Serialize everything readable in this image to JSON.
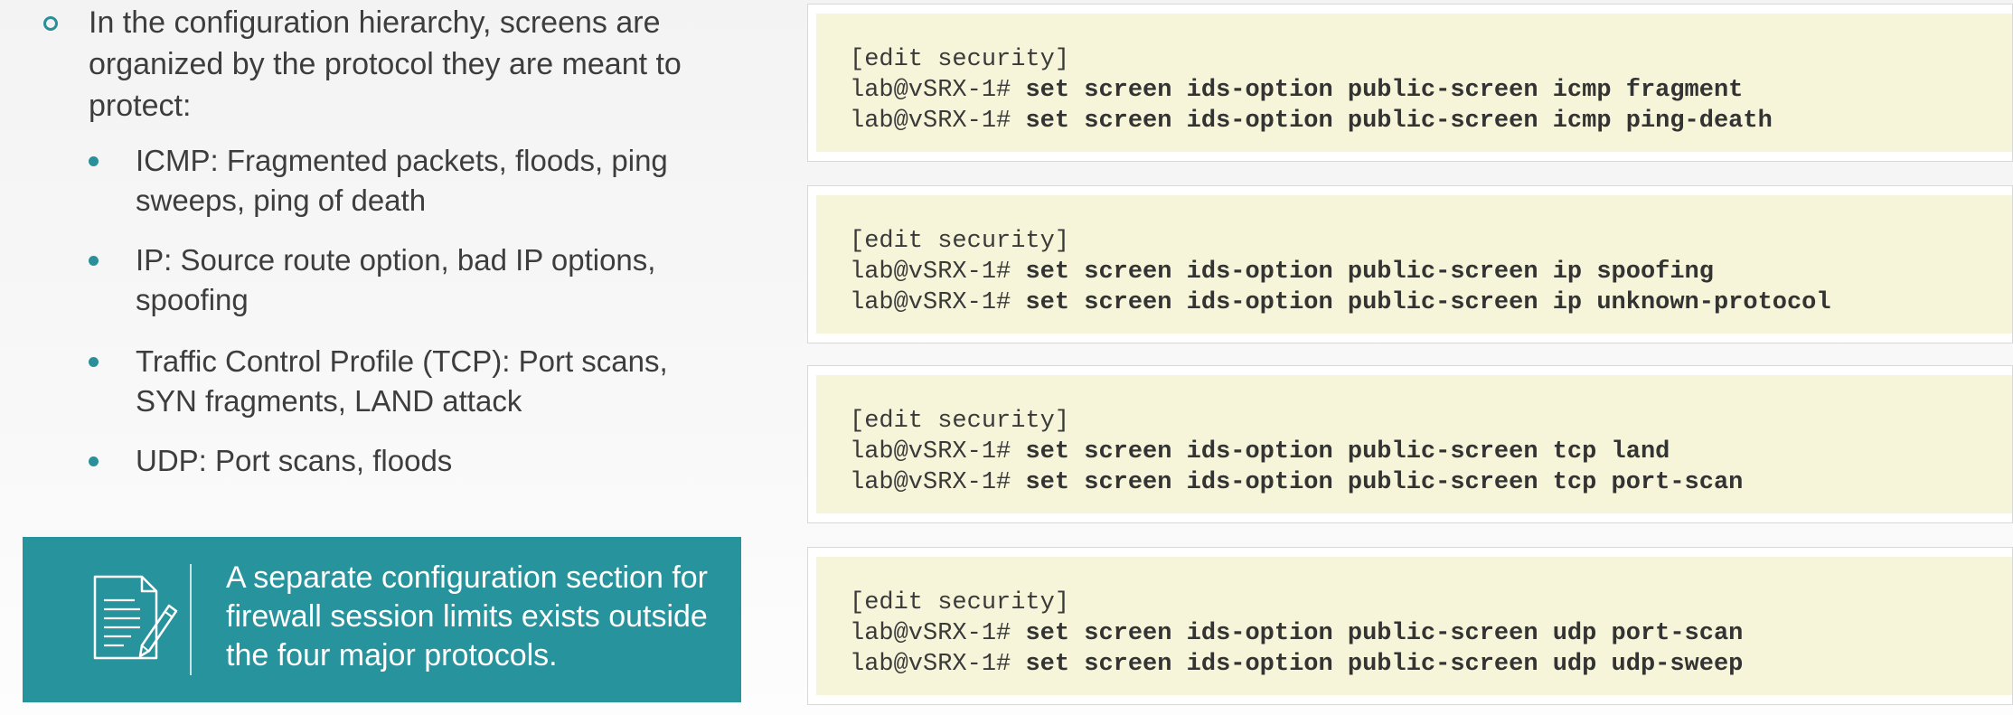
{
  "intro": {
    "text": "In the configuration hierarchy, screens are organized by the protocol they are meant to protect:"
  },
  "bullets": [
    {
      "text": "ICMP: Fragmented packets, floods, ping sweeps, ping of death"
    },
    {
      "text": "IP: Source route option, bad IP options, spoofing"
    },
    {
      "text": "Traffic Control Profile (TCP): Port scans, SYN fragments, LAND attack"
    },
    {
      "text": "UDP: Port scans, floods"
    }
  ],
  "note": {
    "icon": "document-edit-icon",
    "text": "A separate configuration section for firewall session limits exists outside the four major protocols."
  },
  "panels": [
    {
      "context": "[edit security]",
      "lines": [
        {
          "prompt": "lab@vSRX-1#",
          "command": "set screen ids-option public-screen icmp fragment"
        },
        {
          "prompt": "lab@vSRX-1#",
          "command": "set screen ids-option public-screen icmp ping-death"
        }
      ]
    },
    {
      "context": "[edit security]",
      "lines": [
        {
          "prompt": "lab@vSRX-1#",
          "command": "set screen ids-option public-screen ip spoofing"
        },
        {
          "prompt": "lab@vSRX-1#",
          "command": "set screen ids-option public-screen ip unknown-protocol"
        }
      ]
    },
    {
      "context": "[edit security]",
      "lines": [
        {
          "prompt": "lab@vSRX-1#",
          "command": "set screen ids-option public-screen tcp land"
        },
        {
          "prompt": "lab@vSRX-1#",
          "command": "set screen ids-option public-screen tcp port-scan"
        }
      ]
    },
    {
      "context": "[edit security]",
      "lines": [
        {
          "prompt": "lab@vSRX-1#",
          "command": "set screen ids-option public-screen udp port-scan"
        },
        {
          "prompt": "lab@vSRX-1#",
          "command": "set screen ids-option public-screen udp udp-sweep"
        }
      ]
    }
  ],
  "colors": {
    "accent": "#27939c",
    "code_background": "#f6f5d9",
    "text": "#3d3d3d"
  }
}
